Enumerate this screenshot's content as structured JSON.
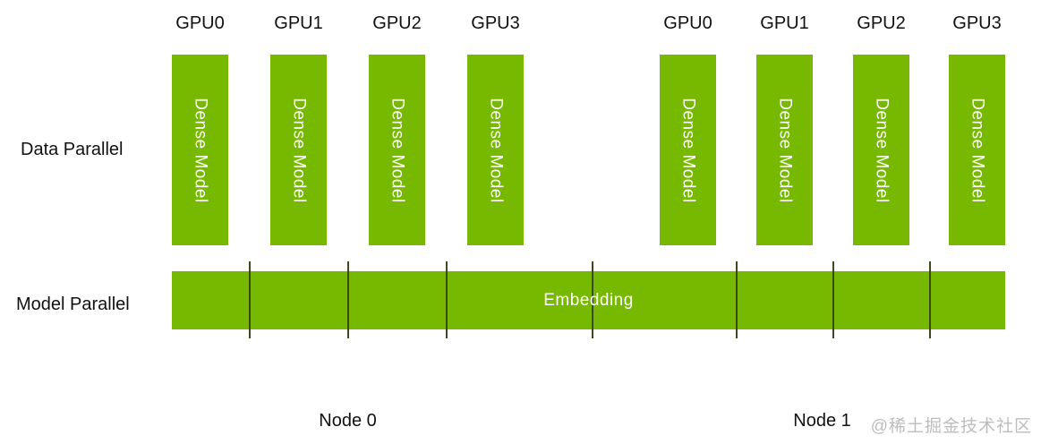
{
  "colors": {
    "bar_green": "#76b900",
    "divider_dark_green": "#3a4a1b",
    "bar_text_white": "#ffffff",
    "label_text": "#111111",
    "watermark_gray": "#bdbdbd"
  },
  "row_labels": {
    "data_parallel": "Data Parallel",
    "model_parallel": "Model Parallel"
  },
  "columns": [
    {
      "gpu_label": "GPU0",
      "bar_label": "Dense Model"
    },
    {
      "gpu_label": "GPU1",
      "bar_label": "Dense Model"
    },
    {
      "gpu_label": "GPU2",
      "bar_label": "Dense Model"
    },
    {
      "gpu_label": "GPU3",
      "bar_label": "Dense Model"
    },
    {
      "gpu_label": "GPU0",
      "bar_label": "Dense Model"
    },
    {
      "gpu_label": "GPU1",
      "bar_label": "Dense Model"
    },
    {
      "gpu_label": "GPU2",
      "bar_label": "Dense Model"
    },
    {
      "gpu_label": "GPU3",
      "bar_label": "Dense Model"
    }
  ],
  "embedding": {
    "label": "Embedding"
  },
  "nodes": [
    {
      "label": "Node 0"
    },
    {
      "label": "Node 1"
    }
  ],
  "watermark": "@稀土掘金技术社区"
}
